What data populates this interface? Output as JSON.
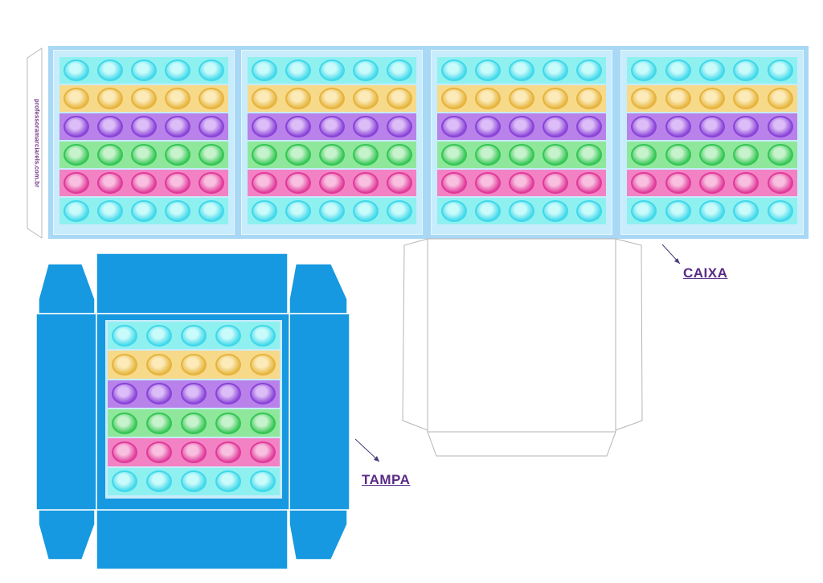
{
  "credit_text": "professoramarciarels.com.br",
  "labels": {
    "caixa": "CAIXA",
    "tampa": "TAMPA"
  },
  "colors": {
    "lid_blue": "#1699e0",
    "strip_frame": "#a9d8f5",
    "label_purple": "#5a2a86",
    "bubble_rows": [
      {
        "band": "#8ff0f0",
        "bubble": "#3fd8ea",
        "light": "#c9fbfb"
      },
      {
        "band": "#f7d98a",
        "bubble": "#e6b43c",
        "light": "#fcebb9"
      },
      {
        "band": "#b882ea",
        "bubble": "#8a43d8",
        "light": "#dcbdf7"
      },
      {
        "band": "#8fe79c",
        "bubble": "#35c654",
        "light": "#c6f3cc"
      },
      {
        "band": "#f282c4",
        "bubble": "#e03a9a",
        "light": "#f9bfe0"
      },
      {
        "band": "#8ff0f0",
        "bubble": "#3fd8ea",
        "light": "#c9fbfb"
      }
    ]
  },
  "bubbles_per_row": 5
}
